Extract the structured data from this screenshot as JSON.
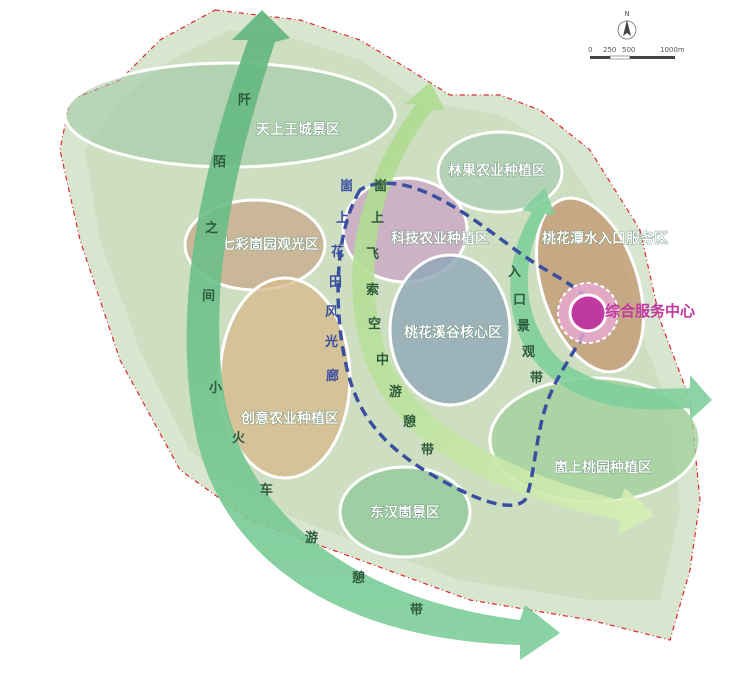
{
  "map": {
    "compass_letter": "N",
    "scale_labels": [
      "0",
      "250",
      "500",
      "1000m"
    ],
    "hub": {
      "label": "综合服务中心",
      "color": "#c0399f"
    },
    "zones": [
      {
        "id": "tianshang-wangcheng",
        "label": "天上王城景区"
      },
      {
        "id": "qicai-yuan",
        "label": "七彩崮园观光区"
      },
      {
        "id": "chuangyi-nongye",
        "label": "创意农业种植区"
      },
      {
        "id": "donghan",
        "label": "东汉崮景区"
      },
      {
        "id": "keji-nongye",
        "label": "科技农业种植区"
      },
      {
        "id": "taohua-xigu",
        "label": "桃花溪谷核心区"
      },
      {
        "id": "linguo",
        "label": "林果农业种植区"
      },
      {
        "id": "taohuatan",
        "label": "桃花潭水入口服务区"
      },
      {
        "id": "taoyuan",
        "label": "崮上桃园种植区"
      }
    ],
    "bands": [
      {
        "id": "qianmo",
        "chars": [
          "阡",
          "陌",
          "之",
          "间",
          "小",
          "火",
          "车",
          "游",
          "憩",
          "带"
        ]
      },
      {
        "id": "feisuo",
        "chars": [
          "崮",
          "上",
          "飞",
          "索",
          "空",
          "中",
          "游",
          "憩",
          "带"
        ]
      },
      {
        "id": "huatian",
        "chars": [
          "崮",
          "上",
          "花",
          "田",
          "风",
          "光",
          "廊"
        ]
      },
      {
        "id": "rukou",
        "chars": [
          "入",
          "口",
          "景",
          "观",
          "带"
        ]
      }
    ]
  }
}
